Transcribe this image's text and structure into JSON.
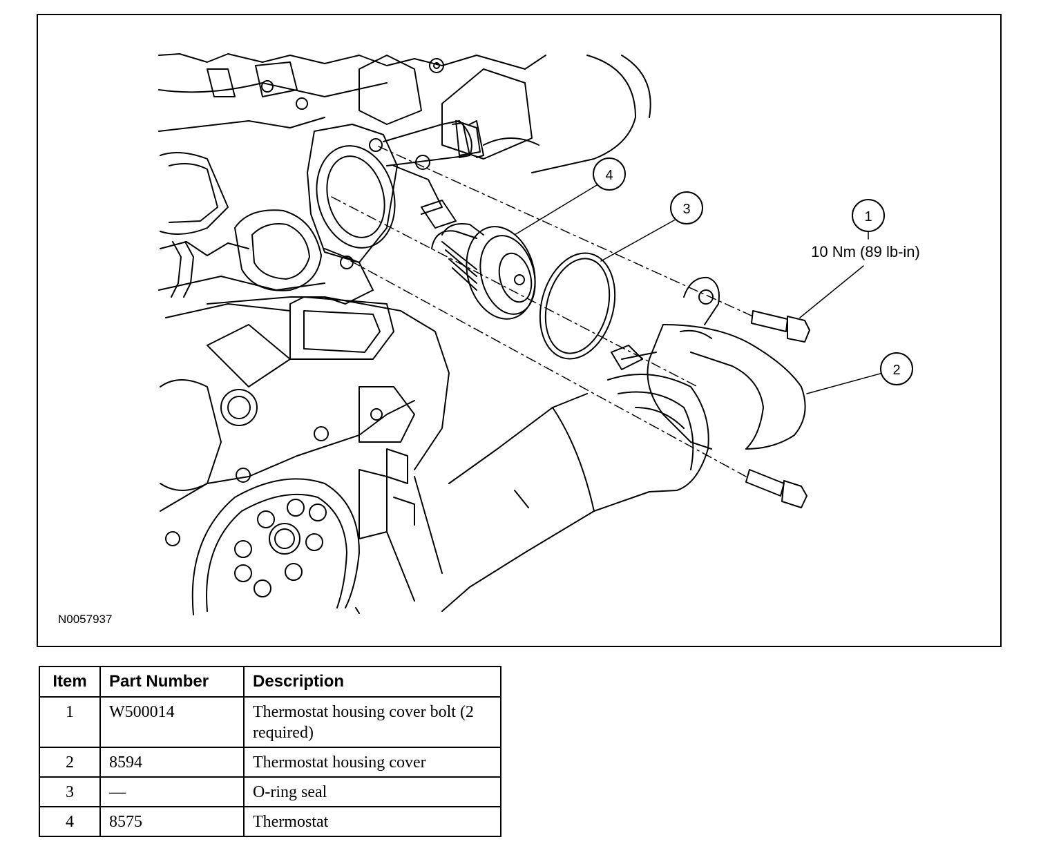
{
  "figure": {
    "id": "N0057937",
    "callouts": [
      "1",
      "2",
      "3",
      "4"
    ],
    "torque_spec": "10 Nm (89 lb-in)"
  },
  "parts_table": {
    "headers": [
      "Item",
      "Part Number",
      "Description"
    ],
    "rows": [
      {
        "item": "1",
        "part_number": "W500014",
        "description": "Thermostat housing cover bolt (2 required)"
      },
      {
        "item": "2",
        "part_number": "8594",
        "description": "Thermostat housing cover"
      },
      {
        "item": "3",
        "part_number": "—",
        "description": "O-ring seal"
      },
      {
        "item": "4",
        "part_number": "8575",
        "description": "Thermostat"
      }
    ]
  }
}
